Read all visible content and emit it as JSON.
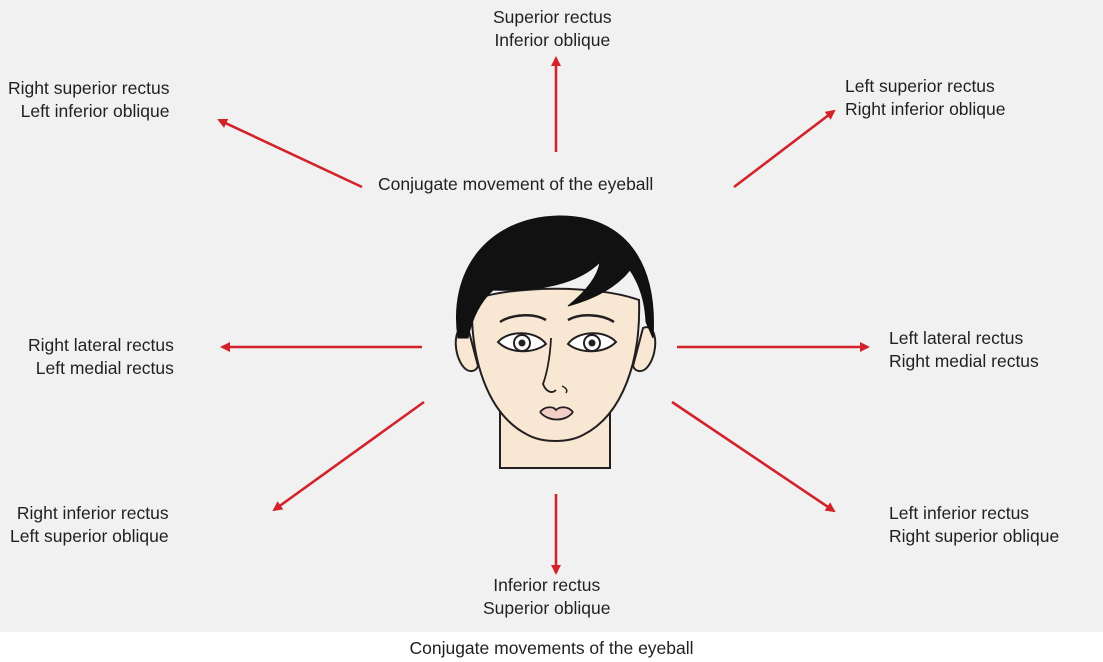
{
  "diagram": {
    "center_label": "Conjugate movement of the eyeball",
    "caption": "Conjugate movements of the eyeball",
    "arrow_color": "#d3232a",
    "labels": {
      "up": [
        "Superior rectus",
        "Inferior oblique"
      ],
      "up_left": [
        "Right superior rectus",
        "Left inferior oblique"
      ],
      "up_right": [
        "Left superior rectus",
        "Right inferior oblique"
      ],
      "left": [
        "Right lateral rectus",
        "Left medial rectus"
      ],
      "right": [
        "Left lateral rectus",
        "Right medial rectus"
      ],
      "down_left": [
        "Right inferior rectus",
        "Left superior oblique"
      ],
      "down_right": [
        "Left inferior rectus",
        "Right superior oblique"
      ],
      "down": [
        "Inferior rectus",
        "Superior oblique"
      ]
    }
  }
}
